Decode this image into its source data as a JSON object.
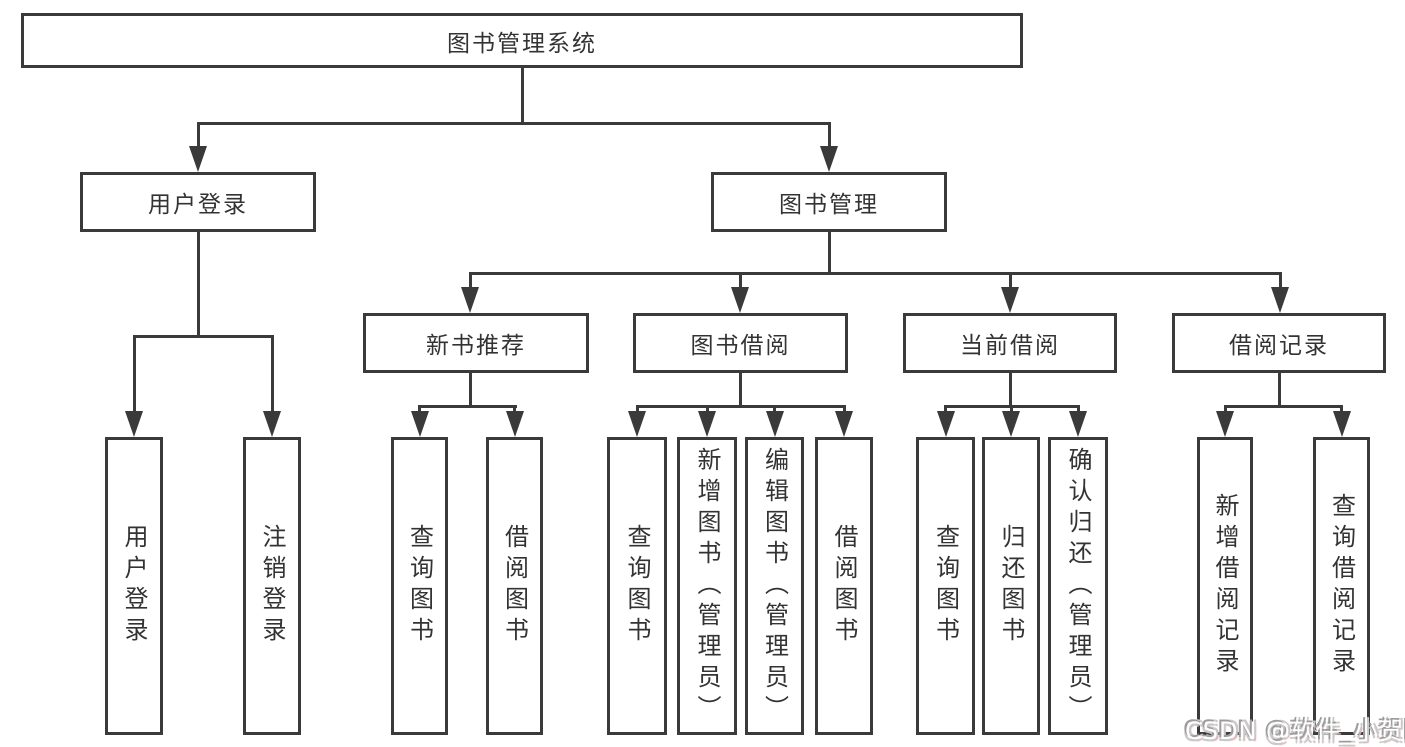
{
  "diagram": {
    "root": {
      "label": "图书管理系统"
    },
    "level2": [
      {
        "label": "用户登录"
      },
      {
        "label": "图书管理"
      }
    ],
    "level3": [
      {
        "label": "新书推荐"
      },
      {
        "label": "图书借阅"
      },
      {
        "label": "当前借阅"
      },
      {
        "label": "借阅记录"
      }
    ],
    "leaves": {
      "user_login": [
        {
          "label": "用户登录"
        },
        {
          "label": "注销登录"
        }
      ],
      "new_book": [
        {
          "label": "查询图书"
        },
        {
          "label": "借阅图书"
        }
      ],
      "book_borrow": [
        {
          "label": "查询图书"
        },
        {
          "label": "新增图书（管理员）"
        },
        {
          "label": "编辑图书（管理员）"
        },
        {
          "label": "借阅图书"
        }
      ],
      "current_borrow": [
        {
          "label": "查询图书"
        },
        {
          "label": "归还图书"
        },
        {
          "label": "确认归还（管理员）"
        }
      ],
      "borrow_records": [
        {
          "label": "新增借阅记录"
        },
        {
          "label": "查询借阅记录"
        }
      ]
    }
  },
  "watermark": {
    "text": "CSDN @软件_小贺同学"
  },
  "colors": {
    "line": "#3a3a3a",
    "text": "#333333",
    "background": "#ffffff",
    "watermark_fill": "#ffffff",
    "watermark_outline": "#9c9c9c"
  }
}
